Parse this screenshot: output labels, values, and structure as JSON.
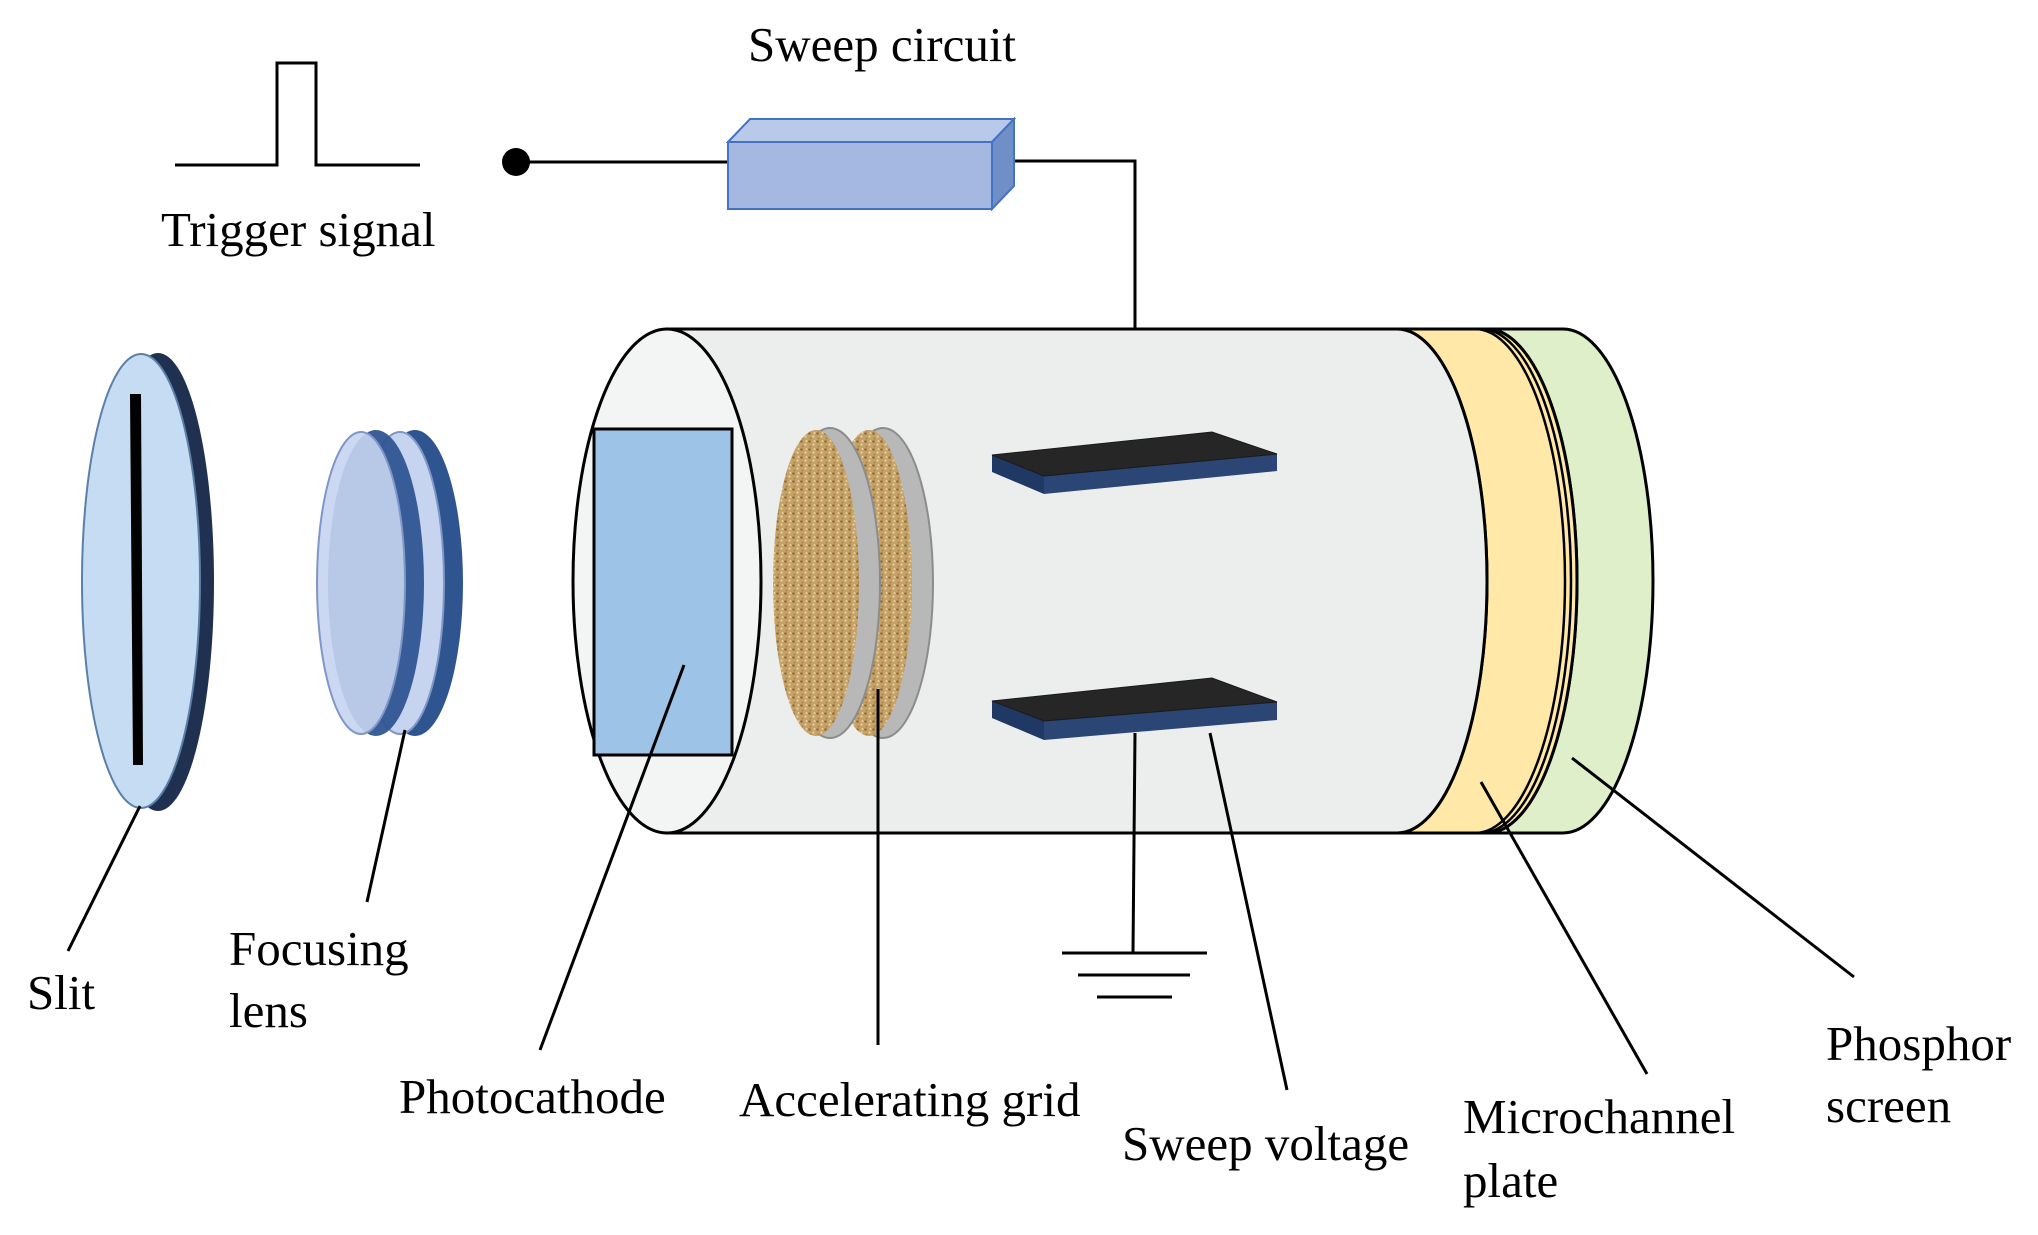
{
  "labels": {
    "sweep_circuit": "Sweep circuit",
    "trigger_signal": "Trigger signal",
    "slit": "Slit",
    "focusing_lens_line1": "Focusing",
    "focusing_lens_line2": "lens",
    "photocathode": "Photocathode",
    "accelerating_grid": "Accelerating grid",
    "sweep_voltage": "Sweep voltage",
    "microchannel_plate_line1": "Microchannel",
    "microchannel_plate_line2": "plate",
    "phosphor_screen_line1": "Phosphor",
    "phosphor_screen_line2": "screen"
  },
  "colors": {
    "tube_body": "#eceeee",
    "slit_face": "#c5dcf2",
    "slit_edge": "#1f3050",
    "lens_face": "#c6d4f0",
    "lens_edge": "#2f5591",
    "photocathode": "#9dc3e6",
    "grid_texture": "#c7a36a",
    "grid_rim": "#a7a7a7",
    "deflection_plate": "#262626",
    "plate_edge": "#203864",
    "sweep_box_front": "#a4b8e1",
    "sweep_box_edge": "#4472c4",
    "microchannel_plate": "#ffe8a8",
    "phosphor_screen": "#deefca"
  }
}
